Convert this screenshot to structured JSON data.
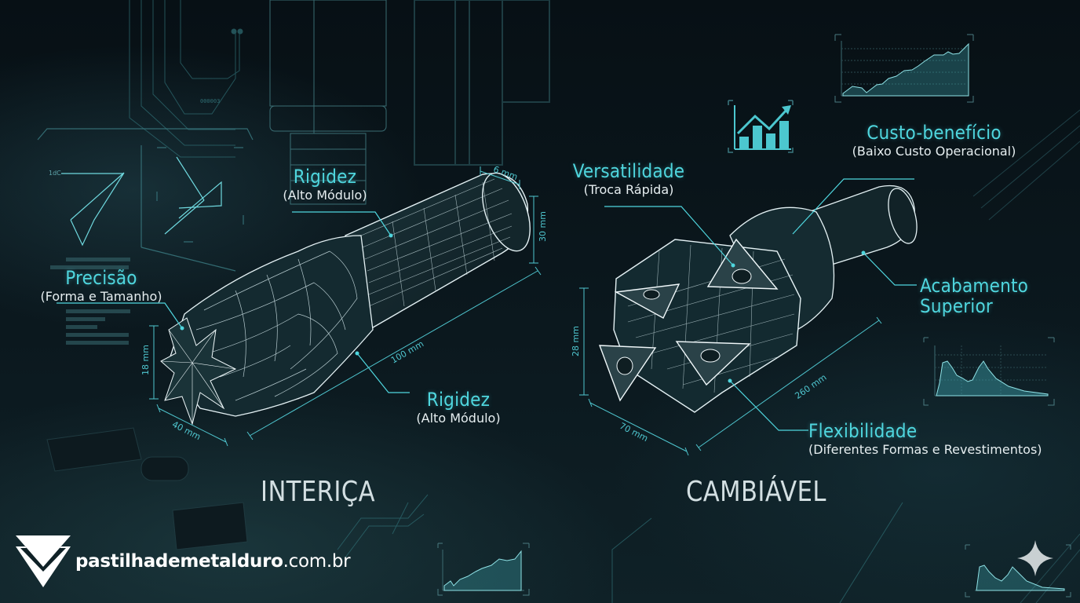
{
  "left_tool": {
    "section_title": "INTERIÇA",
    "callouts": [
      {
        "title": "Precisão",
        "subtitle": "(Forma e Tamanho)"
      },
      {
        "title": "Rigidez",
        "subtitle": "(Alto Módulo)"
      },
      {
        "title": "Rigidez",
        "subtitle": "(Alto Módulo)"
      }
    ],
    "dimensions": {
      "top_width": "6 mm",
      "shank_height": "30 mm",
      "length": "100 mm",
      "tip_height": "18 mm",
      "tip_width": "40 mm"
    }
  },
  "right_tool": {
    "section_title": "CAMBIÁVEL",
    "callouts": [
      {
        "title": "Versatilidade",
        "subtitle": "(Troca Rápida)"
      },
      {
        "title": "Custo-benefício",
        "subtitle": "(Baixo Custo Operacional)"
      },
      {
        "title": "Acabamento",
        "subtitle": "Superior"
      },
      {
        "title": "Flexibilidade",
        "subtitle": "(Diferentes Formas e Revestimentos)"
      }
    ],
    "dimensions": {
      "height": "28 mm",
      "width": "70 mm",
      "length": "260 mm"
    }
  },
  "brand": {
    "name_bold": "pastilhademetalduro",
    "name_suffix": ".com.br"
  },
  "decor": {
    "hud_code": "000003",
    "hud_small_label": "1dC",
    "icons": [
      "bar-chart-trend-icon",
      "line-chart-panel",
      "histogram-panel",
      "sparkle-icon"
    ]
  },
  "colors": {
    "accent": "#4fd6de",
    "text": "#e6eef0",
    "background": "#0a1419",
    "wire": "#dfeef2"
  }
}
